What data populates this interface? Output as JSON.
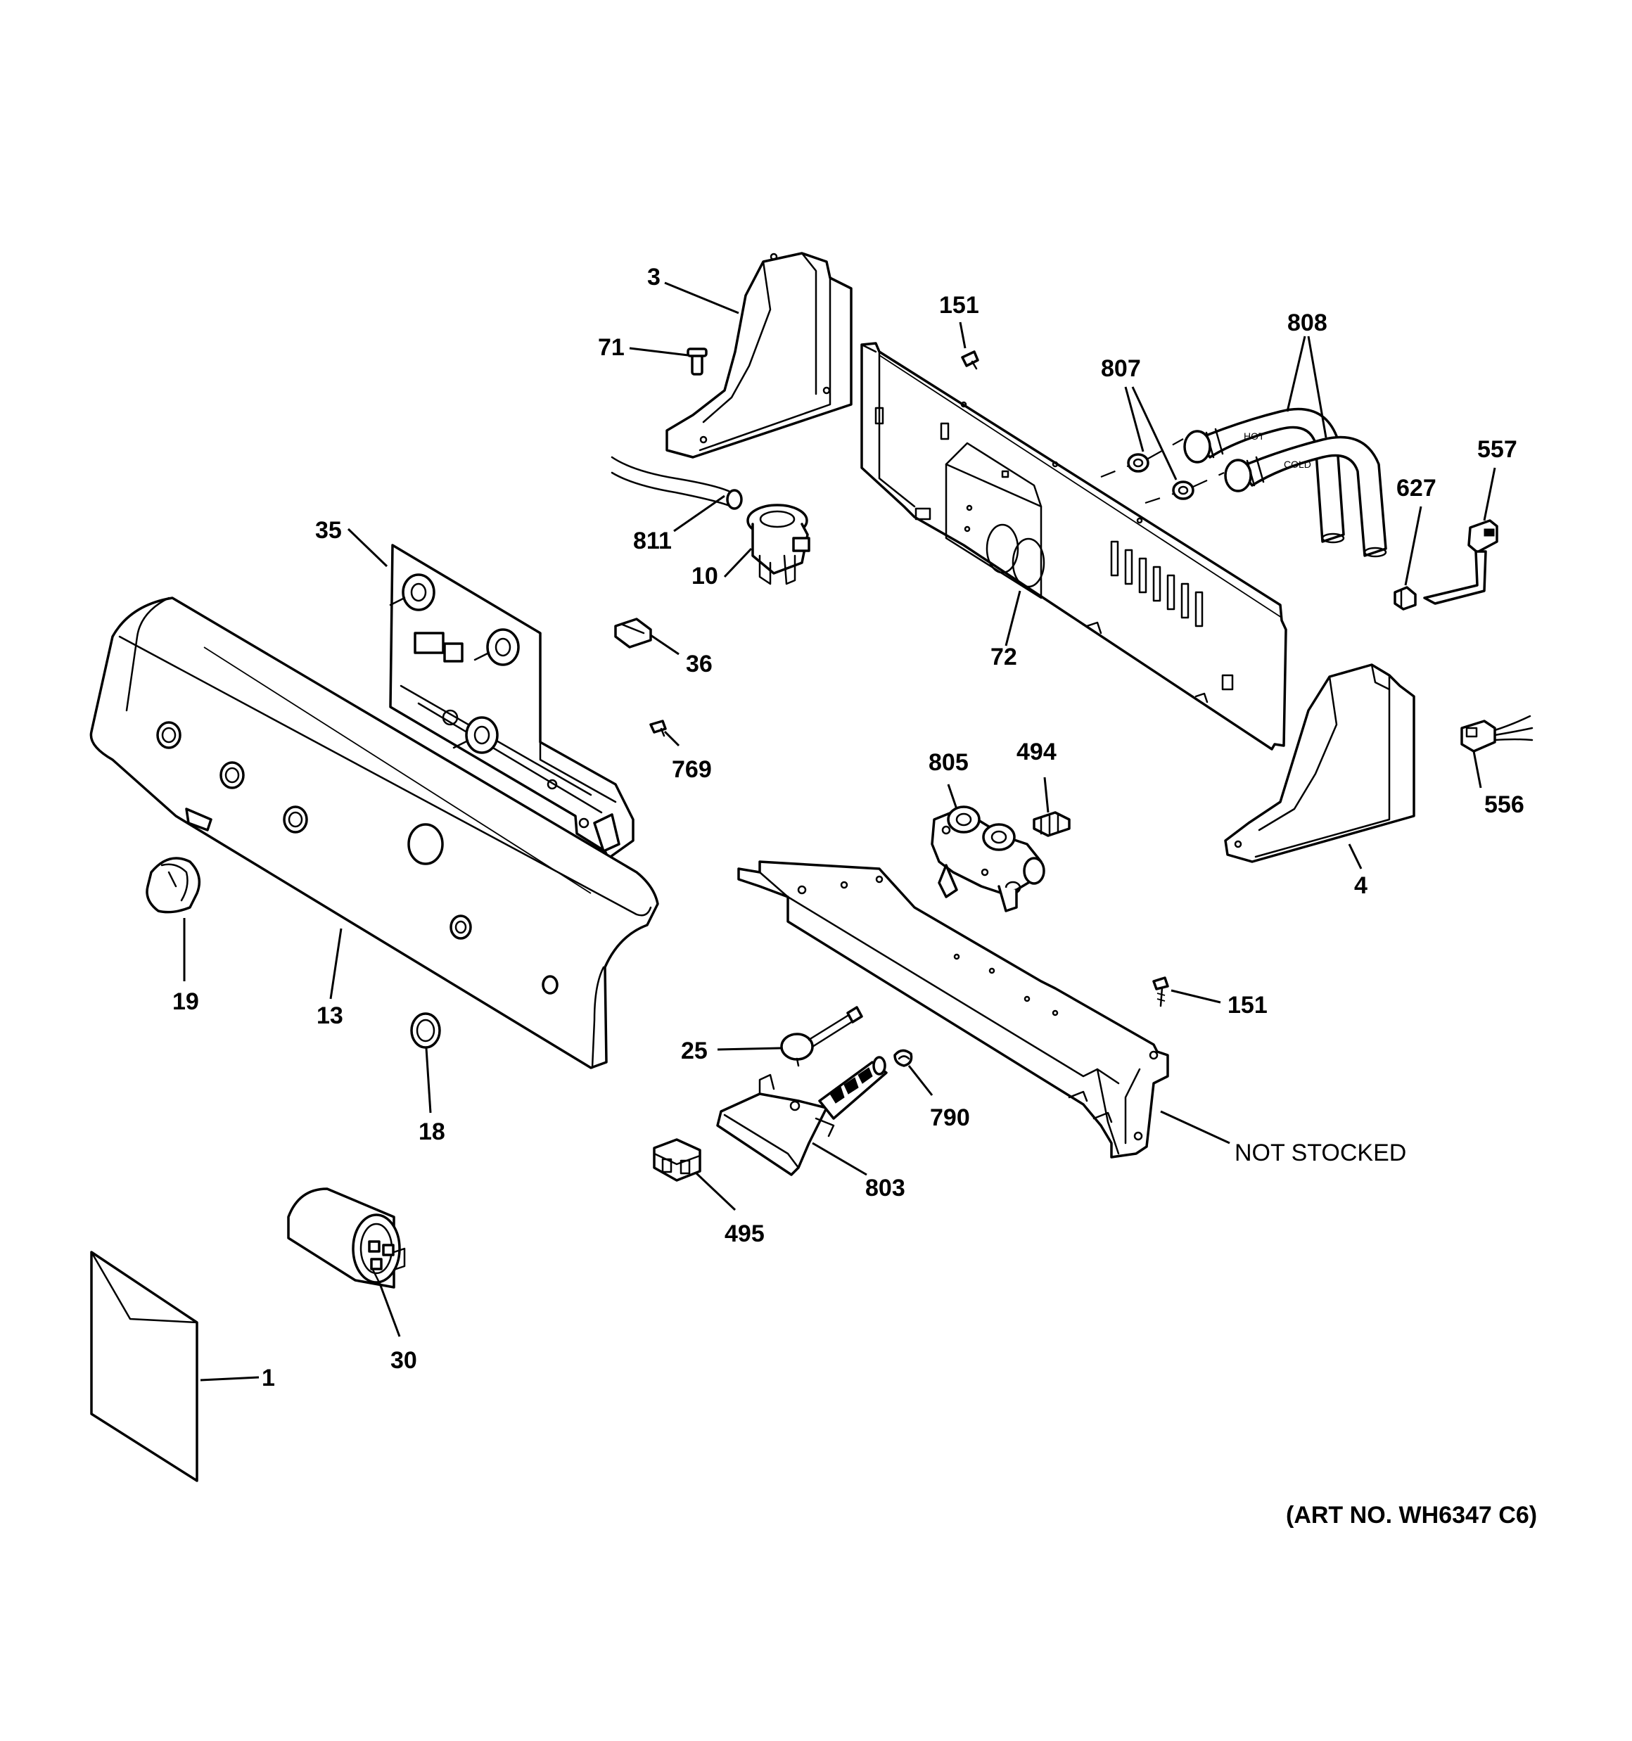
{
  "labels": {
    "p1": "1",
    "p3": "3",
    "p4": "4",
    "p10": "10",
    "p13": "13",
    "p18": "18",
    "p19": "19",
    "p25": "25",
    "p30": "30",
    "p35": "35",
    "p36": "36",
    "p71": "71",
    "p72": "72",
    "p151a": "151",
    "p151b": "151",
    "p494": "494",
    "p495": "495",
    "p556": "556",
    "p557": "557",
    "p627": "627",
    "p769": "769",
    "p790": "790",
    "p803": "803",
    "p805": "805",
    "p807": "807",
    "p808": "808",
    "p811": "811",
    "not_stocked": "NOT STOCKED"
  },
  "art_number": "(ART NO. WH6347 C6)"
}
